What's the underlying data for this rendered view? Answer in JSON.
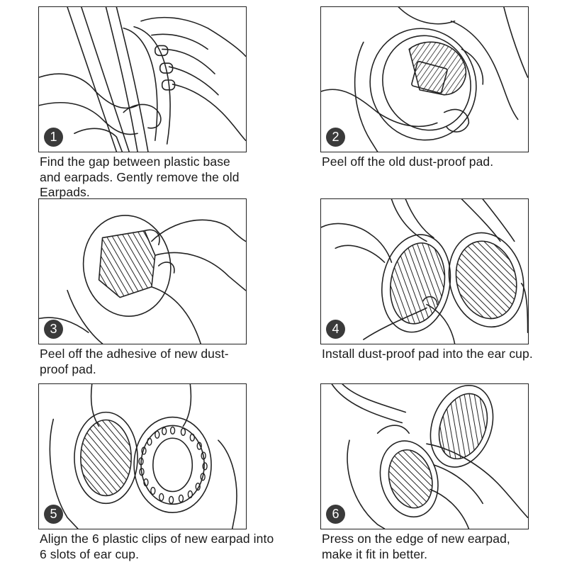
{
  "steps": [
    {
      "number": "1",
      "caption": "Find the gap between plastic base and earpads. Gently remove the old Earpads."
    },
    {
      "number": "2",
      "caption": "Peel off the old dust-proof pad."
    },
    {
      "number": "3",
      "caption": "Peel off the adhesive of new dust-proof pad."
    },
    {
      "number": "4",
      "caption": "Install dust-proof pad into the ear cup."
    },
    {
      "number": "5",
      "caption": "Align the 6 plastic clips of new earpad into 6 slots of ear cup."
    },
    {
      "number": "6",
      "caption": "Press on the edge of new earpad, make it fit in better."
    }
  ],
  "colors": {
    "line": "#222222",
    "badge": "#3a3a3a",
    "background": "#ffffff"
  }
}
